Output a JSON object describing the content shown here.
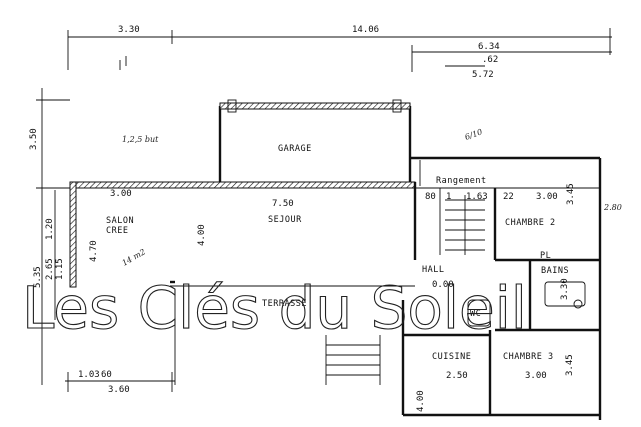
{
  "dimensions": {
    "top_left": "3.30",
    "top_total": "14.06",
    "right_top": "6.34",
    "right_sub_1": ".62",
    "right_sub_2": "5.72",
    "left_vertical": "3.50",
    "salon_width": "3.00",
    "sejour_width": "7.50",
    "sejour_height": "4.00",
    "stair_80": "80",
    "stair_1": "1",
    "rangement_width": "1.63",
    "dim_22": "22",
    "chambre2_width": "3.00",
    "chambre2_height": "3.45",
    "left_470": "4.70",
    "left_120": "1.20",
    "left_265": "2.65",
    "left_115": "1.15",
    "left_535": "5.35",
    "hall_dim": "0.00",
    "bains_width": "3.30",
    "cuisine_width": "2.50",
    "cuisine_height": "4.00",
    "chambre3_width": "3.00",
    "chambre3_height": "3.45",
    "bottom_1": "1.03",
    "bottom_1b": "60",
    "bottom_2": "3.60",
    "chambre_right": "2.80",
    "annotation_top_right": "6/10",
    "annotation_left": "14 m2"
  },
  "rooms": {
    "garage": "GARAGE",
    "rangement": "Rangement",
    "salon": "SALON",
    "salon_2": "CREE",
    "sejour": "SEJOUR",
    "chambre2": "CHAMBRE 2",
    "hall": "HALL",
    "pl": "PL",
    "bains": "BAINS",
    "terrasse": "TERRASSE",
    "wc": "WC",
    "cuisine": "CUISINE",
    "chambre3": "CHAMBRE 3"
  },
  "handwritten": {
    "note_top": "1,2,5 but"
  },
  "watermark": "Les Clés du Soleil"
}
